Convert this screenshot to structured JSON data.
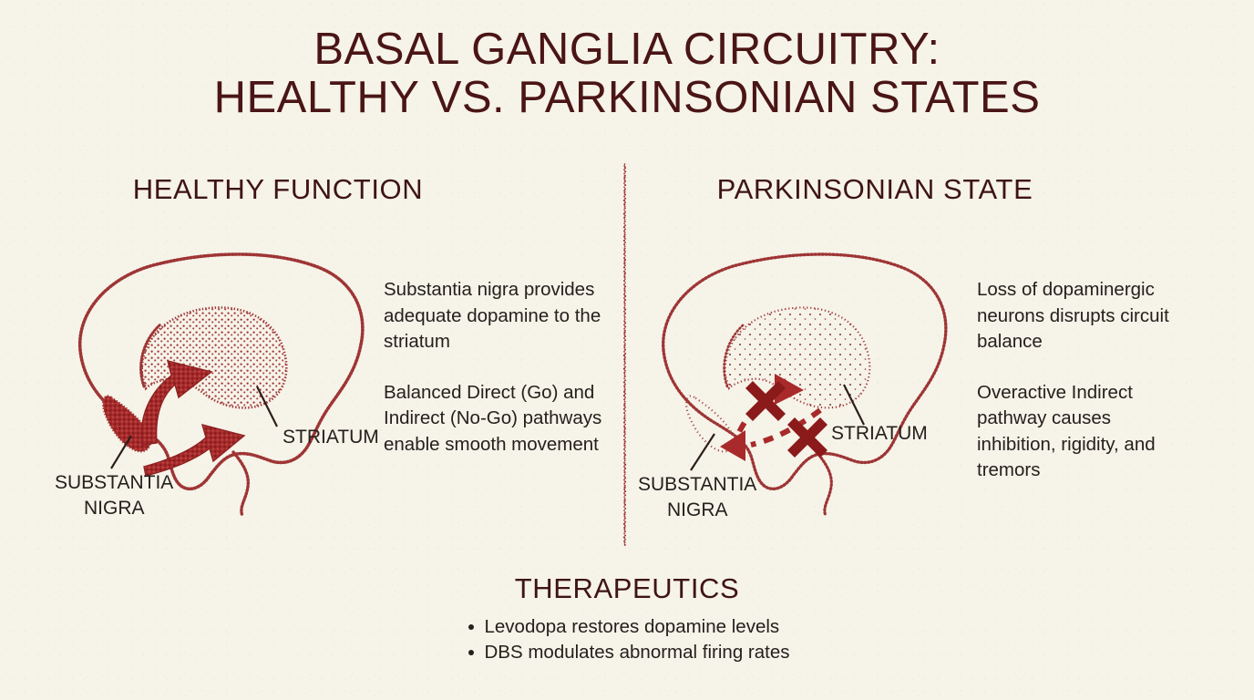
{
  "theme": {
    "background": "#f6f3e9",
    "title_color": "#4a1515",
    "text_color": "#25201c",
    "brain_outline": "#9e3535",
    "arrow_color": "#a82a2a",
    "x_mark_color": "#8b1a1a",
    "stipple_color": "#8e2b2b"
  },
  "title": {
    "line1": "BASAL GANGLIA CIRCUITRY:",
    "line2": "HEALTHY VS. PARKINSONIAN STATES"
  },
  "panels": [
    {
      "id": "healthy",
      "heading": "HEALTHY FUNCTION",
      "diagram_labels": {
        "striatum": "STRIATUM",
        "substantia_nigra_line1": "SUBSTANTIA",
        "substantia_nigra_line2": "NIGRA"
      },
      "notes": [
        "Substantia nigra provides adequate dopamine to the striatum",
        "Balanced Direct (Go) and Indirect (No-Go) pathways enable smooth movement"
      ]
    },
    {
      "id": "parkinsonian",
      "heading": "PARKINSONIAN STATE",
      "diagram_labels": {
        "striatum": "STRIATUM",
        "substantia_nigra_line1": "SUBSTANTIA",
        "substantia_nigra_line2": "NIGRA"
      },
      "notes": [
        "Loss of dopaminergic neurons disrupts circuit balance",
        "Overactive Indirect pathway causes inhibition, rigidity, and tremors"
      ]
    }
  ],
  "footer": {
    "heading": "THERAPEUTICS",
    "items": [
      "Levodopa restores dopamine levels",
      "DBS modulates abnormal firing rates"
    ]
  }
}
